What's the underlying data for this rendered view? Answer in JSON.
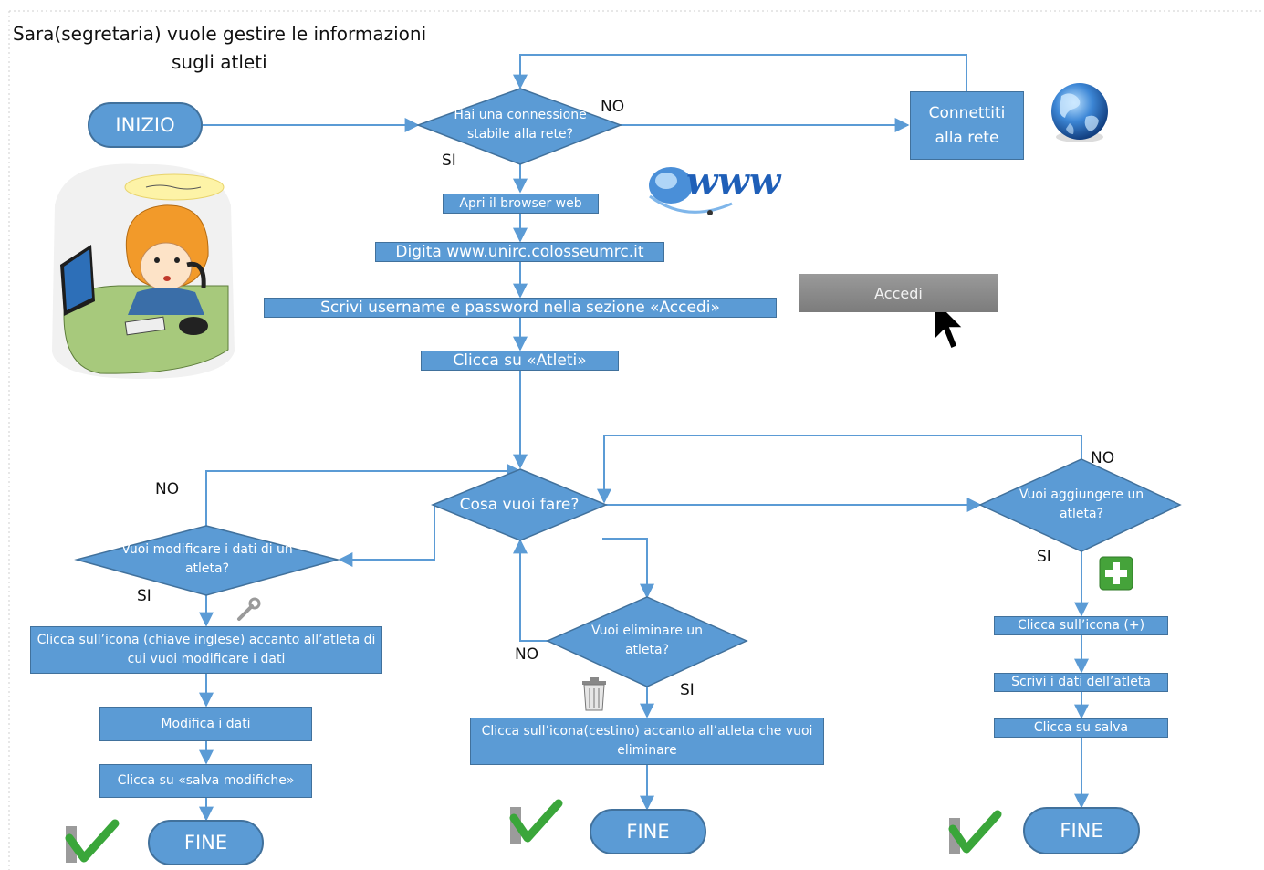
{
  "title": {
    "line1": "Sara(segretaria) vuole gestire le informazioni",
    "line2": "sugli atleti"
  },
  "terminals": {
    "start": "INIZIO",
    "end_modify": "FINE",
    "end_delete": "FINE",
    "end_add": "FINE"
  },
  "decisions": {
    "connection": "Hai una connessione stabile alla rete?",
    "what": "Cosa vuoi fare?",
    "modify": "Vuoi modificare  i dati di un atleta?",
    "delete": "Vuoi eliminare un atleta?",
    "add": "Vuoi aggiungere un atleta?"
  },
  "steps": {
    "connect": "Connettiti alla rete",
    "browser": "Apri il browser web",
    "url": "Digita www.unirc.colosseumrc.it",
    "credentials": "Scrivi username e password nella sezione «Accedi»",
    "athletes": "Clicca su «Atleti»",
    "modify_click": "Clicca sull’icona (chiave inglese) accanto all’atleta di cui vuoi modificare i dati",
    "modify_data": "Modifica i dati",
    "modify_save": "Clicca su «salva modifiche»",
    "delete_click": "Clicca sull’icona(cestino) accanto all’atleta che vuoi eliminare",
    "add_click": "Clicca sull’icona (+)",
    "add_data": "Scrivi i dati dell’atleta",
    "add_save": "Clicca su salva"
  },
  "branch_labels": {
    "conn_no": "NO",
    "conn_si": "SI",
    "modify_no": "NO",
    "modify_si": "SI",
    "delete_no": "NO",
    "delete_si": "SI",
    "add_no": "NO",
    "add_si": "SI"
  },
  "illustrations": {
    "accedi_button": "Accedi",
    "www_logo": "www"
  },
  "icons": [
    "globe-icon",
    "www-logo-icon",
    "secretary-illustration",
    "cursor-icon",
    "wrench-icon",
    "trash-icon",
    "plus-icon",
    "checkmark-icon"
  ],
  "colors": {
    "shape_fill": "#5b9bd5",
    "shape_border": "#41719c",
    "connector": "#5b9bd5",
    "accedi_button": "#8c8c8c",
    "check_green": "#3aa63a",
    "plus_green": "#45a33a"
  }
}
